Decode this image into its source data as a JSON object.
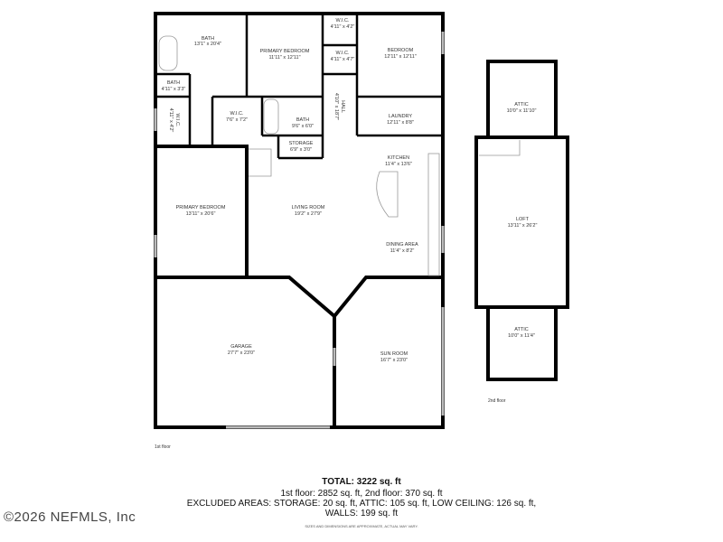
{
  "rooms": {
    "bath_main": {
      "name": "BATH",
      "dim": "13'1\" x 20'4\""
    },
    "primary_bedroom_top": {
      "name": "PRIMARY BEDROOM",
      "dim": "11'11\" x 12'11\""
    },
    "wic_top": {
      "name": "W.I.C.",
      "dim": "4'11\" x 4'2\""
    },
    "wic_mid": {
      "name": "W.I.C.",
      "dim": "4'11\" x 4'7\""
    },
    "bedroom": {
      "name": "BEDROOM",
      "dim": "12'11\" x 12'11\""
    },
    "bath_small": {
      "name": "BATH",
      "dim": "4'11\" x 3'3\""
    },
    "wic_left": {
      "name": "W.I.C.",
      "dim": "4'11\" x 4'2\""
    },
    "wic_center": {
      "name": "W.I.C.",
      "dim": "7'6\" x 7'2\""
    },
    "bath_center": {
      "name": "BATH",
      "dim": "9'6\" x 6'0\""
    },
    "hall": {
      "name": "HALL",
      "dim": "4'10\" x 18'7\""
    },
    "laundry": {
      "name": "LAUNDRY",
      "dim": "12'11\" x 8'8\""
    },
    "storage": {
      "name": "STORAGE",
      "dim": "6'9\" x 3'0\""
    },
    "kitchen": {
      "name": "KITCHEN",
      "dim": "11'4\" x 13'6\""
    },
    "primary_bedroom": {
      "name": "PRIMARY BEDROOM",
      "dim": "13'11\" x 20'6\""
    },
    "living_room": {
      "name": "LIVING ROOM",
      "dim": "19'2\" x 27'9\""
    },
    "dining_area": {
      "name": "DINING AREA",
      "dim": "11'4\" x 8'2\""
    },
    "garage": {
      "name": "GARAGE",
      "dim": "27'7\" x 23'0\""
    },
    "sun_room": {
      "name": "SUN ROOM",
      "dim": "16'7\" x 23'0\""
    },
    "attic_top": {
      "name": "ATTIC",
      "dim": "10'0\" x 11'10\""
    },
    "loft": {
      "name": "LOFT",
      "dim": "13'11\" x 26'2\""
    },
    "attic_bottom": {
      "name": "ATTIC",
      "dim": "10'0\" x 11'4\""
    }
  },
  "floor_labels": {
    "first": "1st floor",
    "second": "2nd floor"
  },
  "summary": {
    "total": "TOTAL: 3222 sq. ft",
    "floors": "1st floor: 2852 sq. ft, 2nd floor: 370 sq. ft",
    "excluded": "EXCLUDED AREAS: STORAGE: 20 sq. ft, ATTIC: 105 sq. ft, LOW CEILING: 126 sq. ft,",
    "walls": "WALLS: 199 sq. ft",
    "disclaimer": "SIZES AND DIMENSIONS ARE APPROXIMATE, ACTUAL MAY VARY."
  },
  "watermark": "©2026 NEFMLS, Inc"
}
